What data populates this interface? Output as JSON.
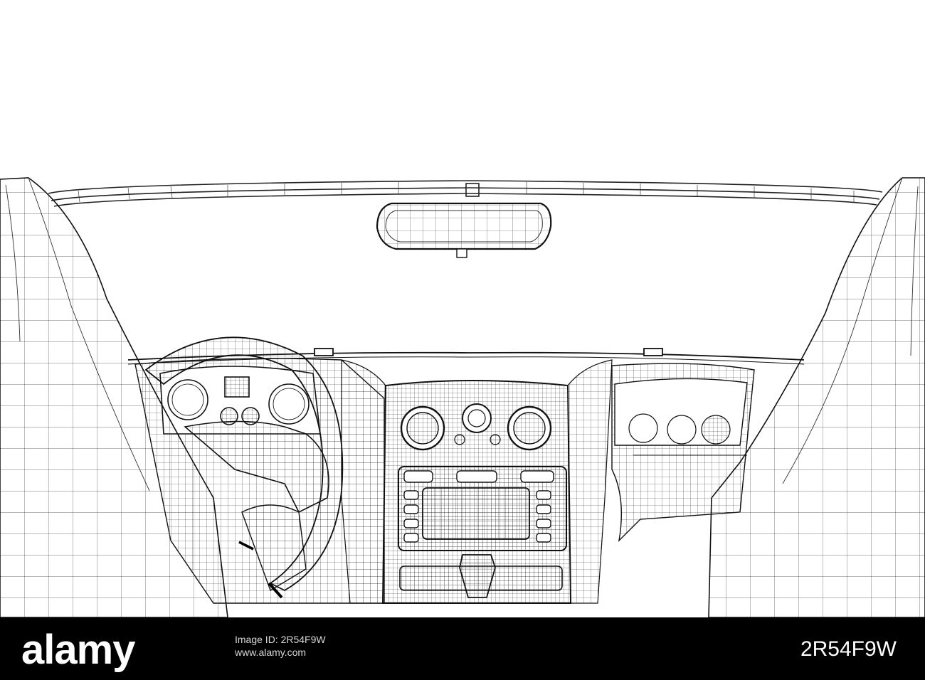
{
  "scene": {
    "subject": "wireframe car interior",
    "stroke_color": "#1a1a1a",
    "background_color": "#ffffff"
  },
  "footer": {
    "logo": "alamy",
    "lines": [
      "Image ID: 2R54F9W",
      "www.alamy.com"
    ],
    "image_id": "2R54F9W",
    "background_color": "#000000",
    "text_color": "#ffffff"
  }
}
